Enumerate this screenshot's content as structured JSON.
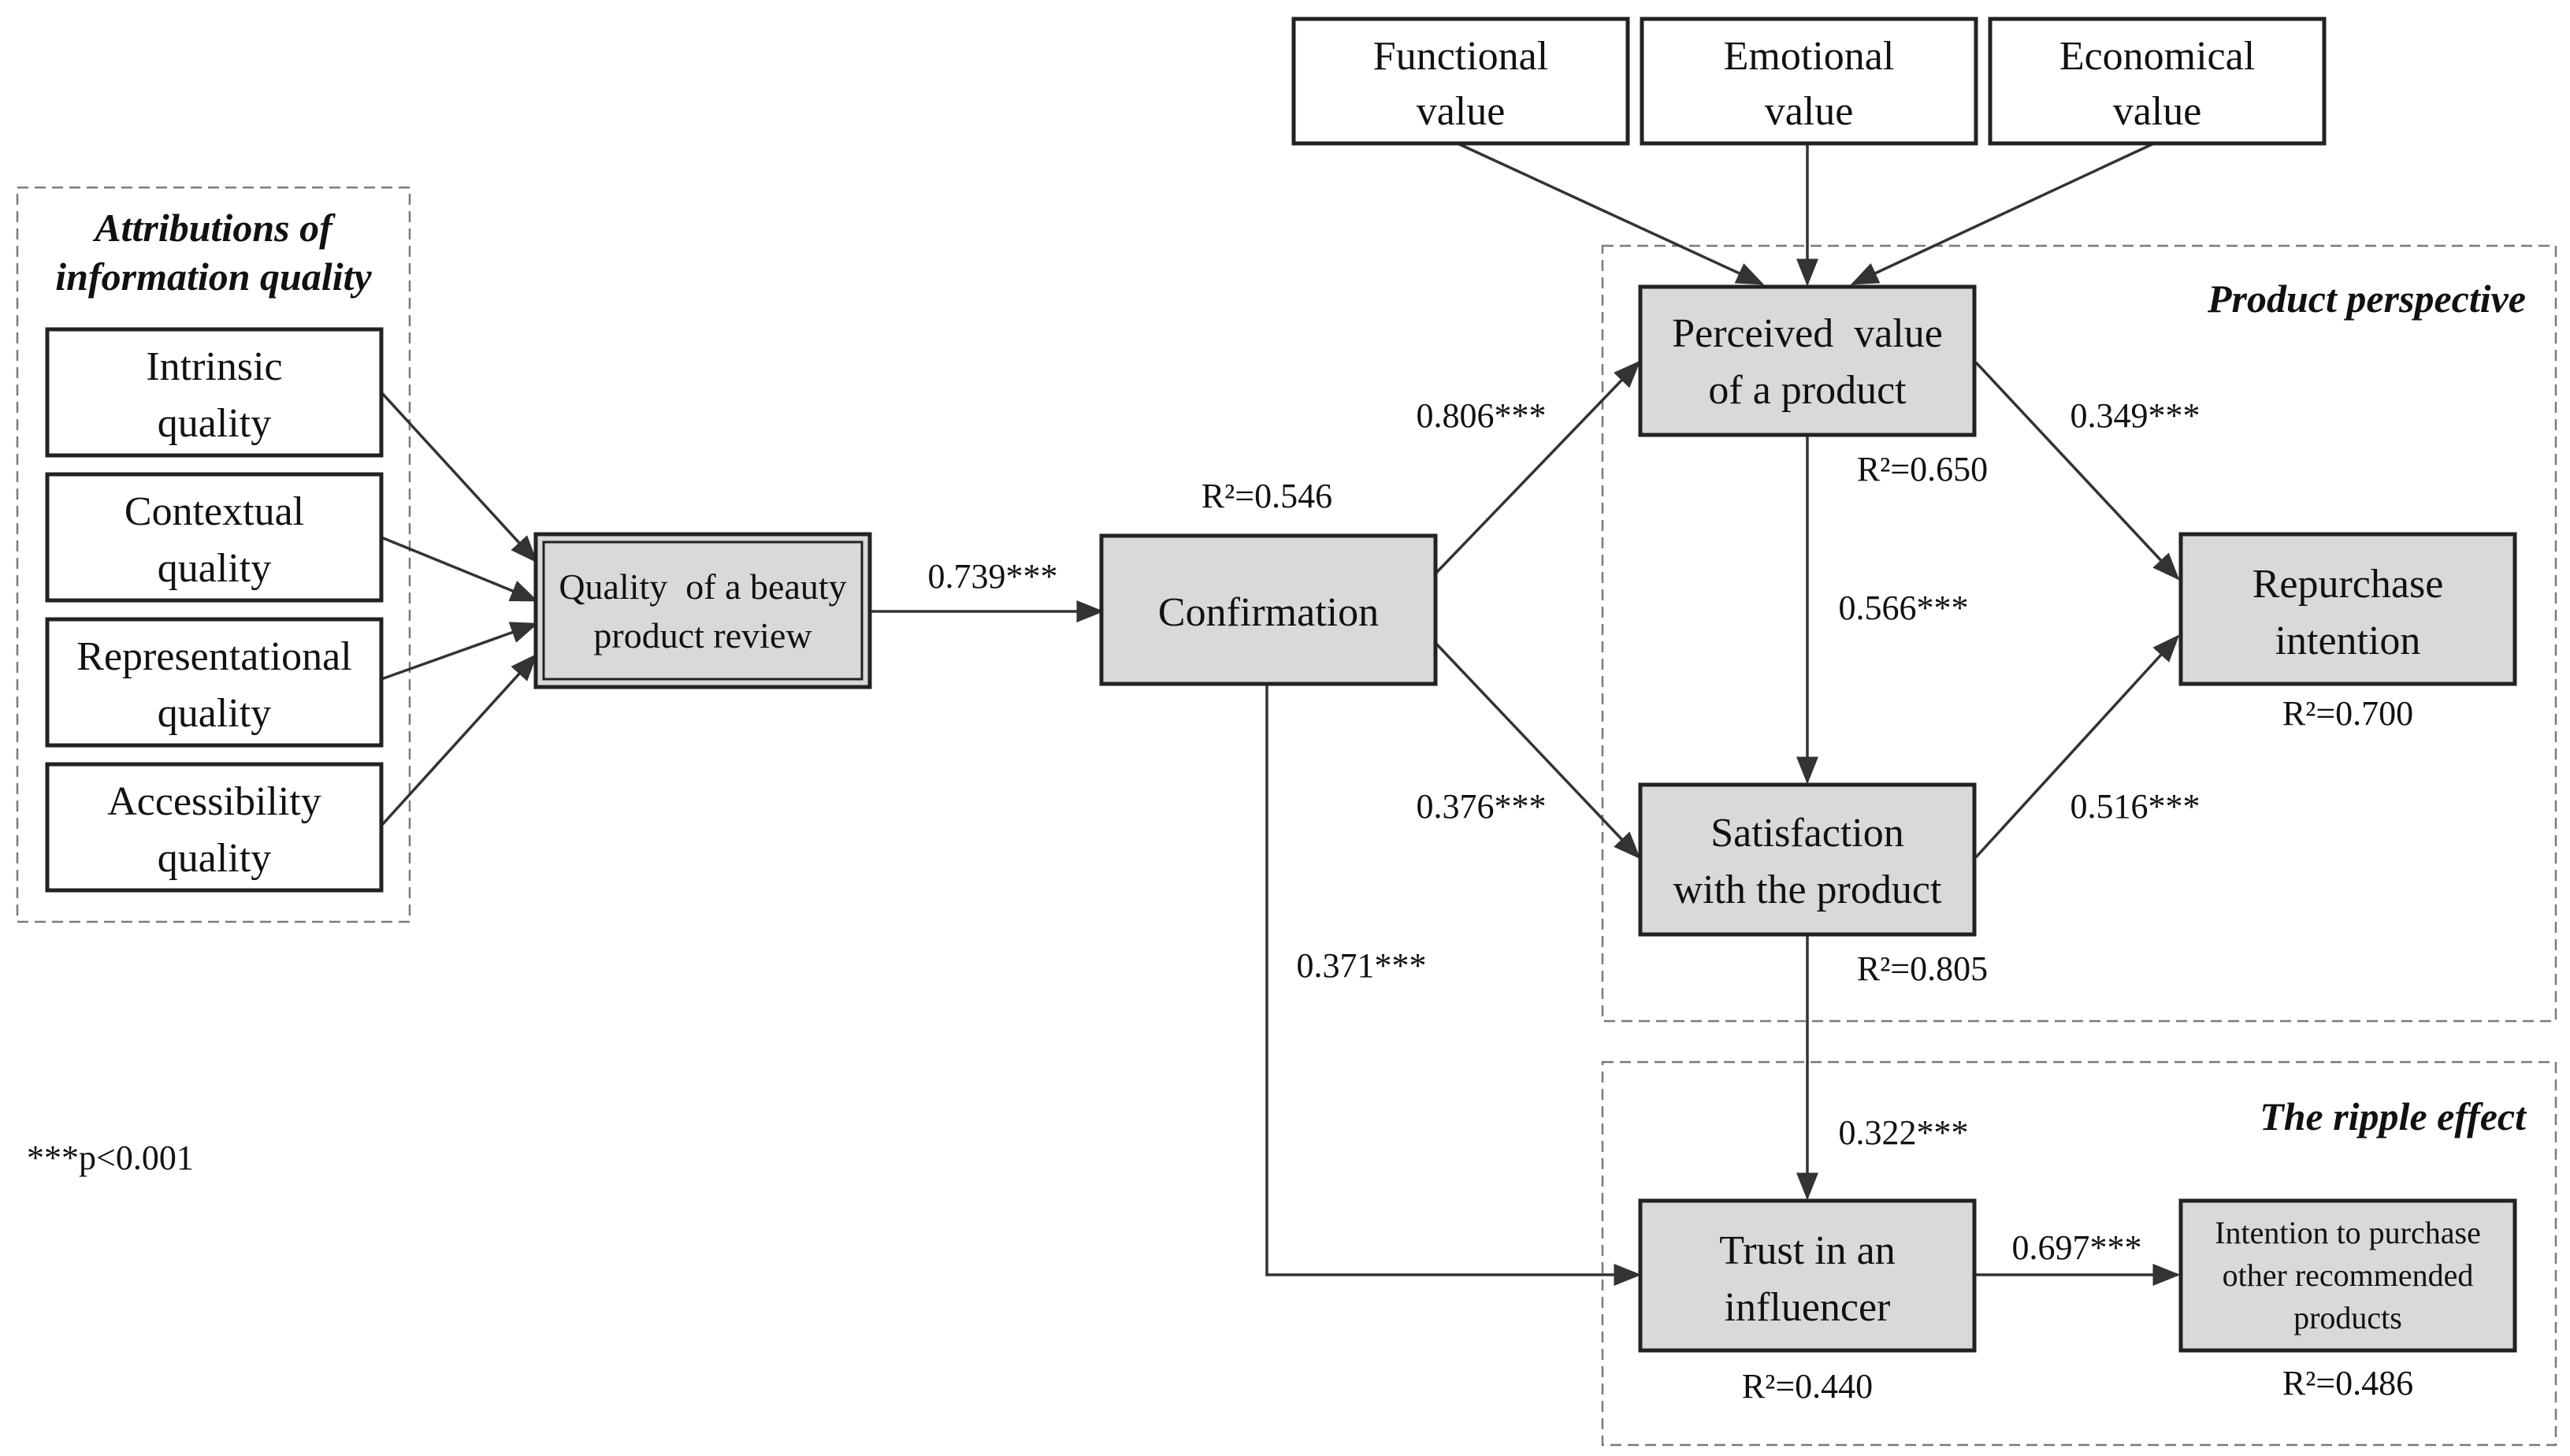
{
  "groups": {
    "attributions_title_line1": "Attributions of",
    "attributions_title_line2": "information quality",
    "product_perspective": "Product perspective",
    "ripple_effect": "The ripple effect"
  },
  "nodes": {
    "intrinsic": [
      "Intrinsic",
      "quality"
    ],
    "contextual": [
      "Contextual",
      "quality"
    ],
    "representational": [
      "Representational",
      "quality"
    ],
    "accessibility": [
      "Accessibility",
      "quality"
    ],
    "review_quality": [
      "Quality  of a beauty",
      "product review"
    ],
    "confirmation": [
      "Confirmation"
    ],
    "functional": [
      "Functional",
      "value"
    ],
    "emotional": [
      "Emotional",
      "value"
    ],
    "economical": [
      "Economical",
      "value"
    ],
    "perceived_value": [
      "Perceived  value",
      "of a product"
    ],
    "satisfaction": [
      "Satisfaction",
      "with the product"
    ],
    "repurchase": [
      "Repurchase",
      "intention"
    ],
    "trust": [
      "Trust in an",
      "influencer"
    ],
    "intention_other": [
      "Intention to purchase",
      "other recommended",
      "products"
    ]
  },
  "coefficients": {
    "review_to_confirmation": "0.739***",
    "confirmation_to_perceived": "0.806***",
    "confirmation_to_satisfaction": "0.376***",
    "confirmation_to_trust": "0.371***",
    "perceived_to_satisfaction": "0.566***",
    "perceived_to_repurchase": "0.349***",
    "satisfaction_to_repurchase": "0.516***",
    "satisfaction_to_trust": "0.322***",
    "trust_to_intention": "0.697***"
  },
  "r_squared": {
    "confirmation": "R²=0.546",
    "perceived_value": "R²=0.650",
    "satisfaction": "R²=0.805",
    "repurchase": "R²=0.700",
    "trust": "R²=0.440",
    "intention_other": "R²=0.486"
  },
  "note": "***p<0.001"
}
